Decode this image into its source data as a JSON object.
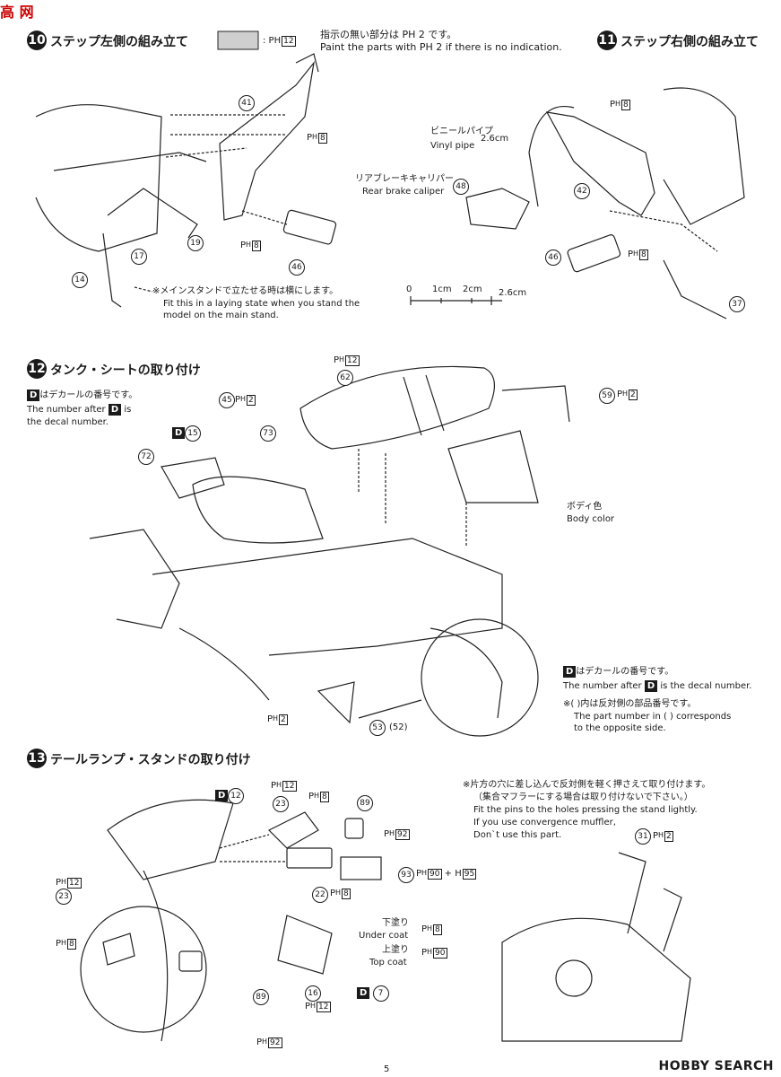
{
  "watermark_top": "高 网",
  "watermark_bottom": "HOBBY SEARCH",
  "page_number": "5",
  "legend": {
    "swatch_label": ": PH",
    "swatch_code": "12",
    "note_jp": "指示の無い部分は PH 2 です。",
    "note_en": "Paint the parts with PH 2 if there is no indication."
  },
  "step10": {
    "number": "10",
    "title": "ステップ左側の組み立て",
    "parts": [
      "41",
      "17",
      "19",
      "14",
      "46"
    ],
    "paint_41": "8",
    "paint_46": "8",
    "note_jp": "※メインスタンドで立たせる時は横にします。",
    "note_en1": "Fit this in a laying state when you stand the",
    "note_en2": "model on the main stand."
  },
  "step11": {
    "number": "11",
    "title": "ステップ右側の組み立て",
    "vinyl_jp": "ビニールパイプ",
    "vinyl_en": "Vinyl pipe",
    "vinyl_len": "2.6cm",
    "caliper_jp": "リアブレーキキャリパー",
    "caliper_en": "Rear brake caliper",
    "parts": [
      "48",
      "42",
      "46",
      "37"
    ],
    "paint_top": "8",
    "paint_46": "8",
    "scale": [
      "0",
      "1cm",
      "2cm",
      "2.6cm"
    ]
  },
  "step12": {
    "number": "12",
    "title": "タンク・シートの取り付け",
    "decal_jp": "はデカールの番号です。",
    "decal_en1": "The number after",
    "decal_en2": "is",
    "decal_en3": "the decal number.",
    "decal_letter": "D",
    "parts": [
      "45",
      "15",
      "73",
      "72",
      "62",
      "59",
      "53",
      "52"
    ],
    "paint_45": "2",
    "paint_62": "12",
    "paint_59": "2",
    "paint_53": "2",
    "body_jp": "ボディ色",
    "body_en": "Body color",
    "note2_jp": "はデカールの番号です。",
    "note2_en": "is the decal number.",
    "note2_en_prefix": "The number after",
    "opp_jp": "※(     )内は反対側の部品番号です。",
    "opp_en1": "The part number in (    ) corresponds",
    "opp_en2": "to the opposite side."
  },
  "step13": {
    "number": "13",
    "title": "テールランプ・スタンドの取り付け",
    "parts": [
      "12",
      "23",
      "89",
      "22",
      "93",
      "31",
      "16",
      "7"
    ],
    "paint_top_12": "12",
    "paint_8": "8",
    "paint_89": "92",
    "paint_22": "8",
    "paint_93a": "90",
    "paint_93b": "95",
    "paint_31": "2",
    "paint_left12": "12",
    "paint_left8": "8",
    "paint_bottom92": "92",
    "paint_16": "12",
    "under_jp": "下塗り",
    "under_en": "Under coat",
    "under_code": "8",
    "top_jp": "上塗り",
    "top_en": "Top coat",
    "top_code": "90",
    "note_jp1": "※片方の穴に差し込んで反対側を軽く押さえて取り付けます。",
    "note_jp2": "（集合マフラーにする場合は取り付けないで下さい。）",
    "note_en1": "Fit the pins to the holes pressing the stand lightly.",
    "note_en2": "If you use convergence muffler,",
    "note_en3": "Don`t use this part."
  }
}
